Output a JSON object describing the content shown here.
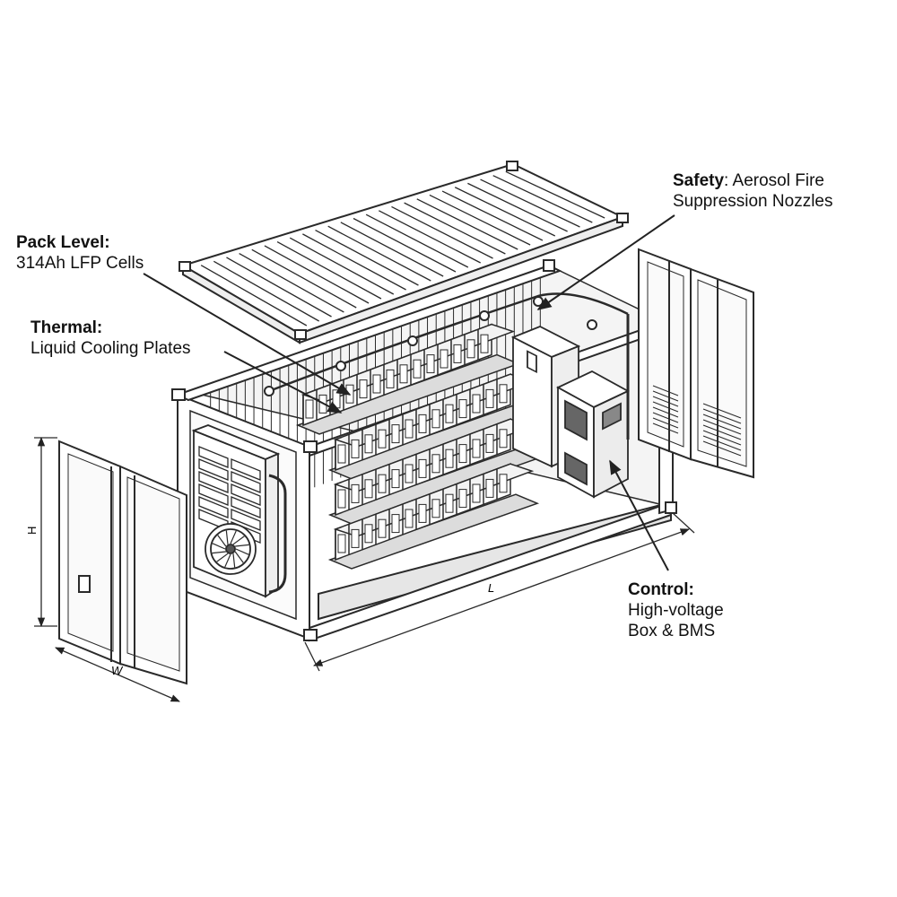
{
  "callouts": {
    "safety": {
      "heading": "Safety",
      "sep": ":",
      "text_after": " Aerosol Fire",
      "line2": "Suppression Nozzles"
    },
    "pack": {
      "heading": "Pack Level:",
      "line2": "314Ah LFP Cells"
    },
    "thermal": {
      "heading": "Thermal:",
      "line2": "Liquid Cooling Plates"
    },
    "control": {
      "heading": "Control:",
      "line2": "High-voltage",
      "line3": "Box & BMS"
    }
  },
  "dimensions": {
    "height": "H",
    "width": "W",
    "length": "L"
  },
  "colors": {
    "line": "#2a2a2a",
    "fill": "#ffffff",
    "shade": "#e9e9e9",
    "dark": "#555555"
  }
}
